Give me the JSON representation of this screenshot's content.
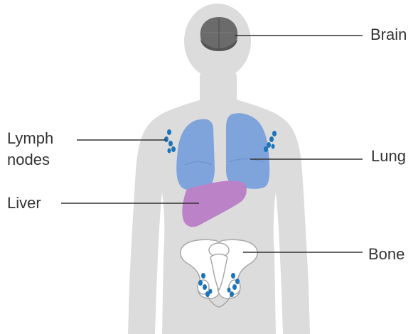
{
  "diagram": {
    "labels": {
      "brain": "Brain",
      "lung": "Lung",
      "bone": "Bone",
      "liver": "Liver",
      "lymph_line1": "Lymph",
      "lymph_line2": "nodes"
    },
    "colors": {
      "body": "#dcdcdc",
      "brain": "#6b6b6b",
      "lung": "#7fa3db",
      "liver": "#bb82c8",
      "lymph_nodes": "#1f73b7",
      "bone": "#ffffff",
      "bone_outline": "#a8a8a8",
      "leader_line": "#333333",
      "text": "#333333"
    }
  }
}
